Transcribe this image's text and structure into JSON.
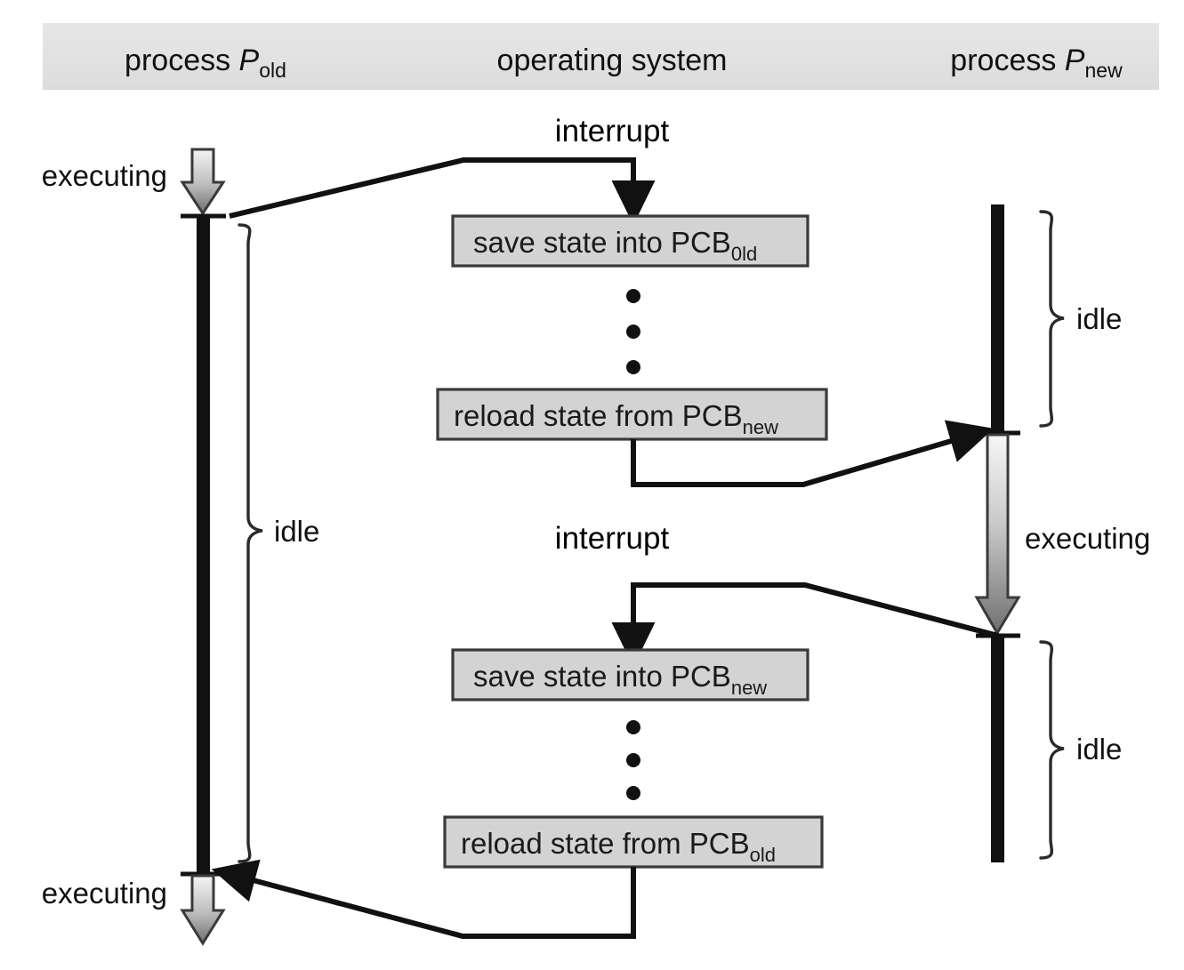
{
  "figure": {
    "title": "CPU context switch between two processes",
    "background_color": "#ffffff"
  },
  "header": {
    "background_color": "#e2e2e2",
    "columns": [
      {
        "name": "process-old",
        "prefix": "process ",
        "symbol": "P",
        "subscript": "old"
      },
      {
        "name": "operating-system",
        "prefix": "operating system",
        "symbol": "",
        "subscript": ""
      },
      {
        "name": "process-new",
        "prefix": "process ",
        "symbol": "P",
        "subscript": "new"
      }
    ]
  },
  "os_column": {
    "interrupt_labels": [
      {
        "text": "interrupt"
      },
      {
        "text": "interrupt"
      }
    ],
    "boxes": [
      {
        "text": "save state into PCB",
        "subscript": "0ld",
        "fill": "#d3d3d3"
      },
      {
        "text": "reload state from PCB",
        "subscript": "new",
        "fill": "#d3d3d3"
      },
      {
        "text": "save state into PCB",
        "subscript": "new",
        "fill": "#d3d3d3"
      },
      {
        "text": "reload state from PCB",
        "subscript": "old",
        "fill": "#d3d3d3"
      }
    ],
    "ellipsis_dots": 3
  },
  "left_process": {
    "labels": {
      "executing_top": "executing",
      "idle": "idle",
      "executing_bottom": "executing"
    },
    "bar_color": "#111111",
    "arrow_gradient": {
      "from": "#f2f2f2",
      "to": "#6e6e6e"
    }
  },
  "right_process": {
    "labels": {
      "idle_top": "idle",
      "executing": "executing",
      "idle_bottom": "idle"
    },
    "bar_color": "#111111",
    "arrow_gradient": {
      "from": "#f2f2f2",
      "to": "#6e6e6e"
    }
  },
  "connectors": [
    {
      "name": "old-to-os-interrupt-1",
      "from": "process-old",
      "to": "save-state-into-pcb-old"
    },
    {
      "name": "os-to-new-resume",
      "from": "reload-state-from-pcb-new",
      "to": "process-new"
    },
    {
      "name": "new-to-os-interrupt-2",
      "from": "process-new",
      "to": "save-state-into-pcb-new"
    },
    {
      "name": "os-to-old-resume",
      "from": "reload-state-from-pcb-old",
      "to": "process-old"
    }
  ]
}
